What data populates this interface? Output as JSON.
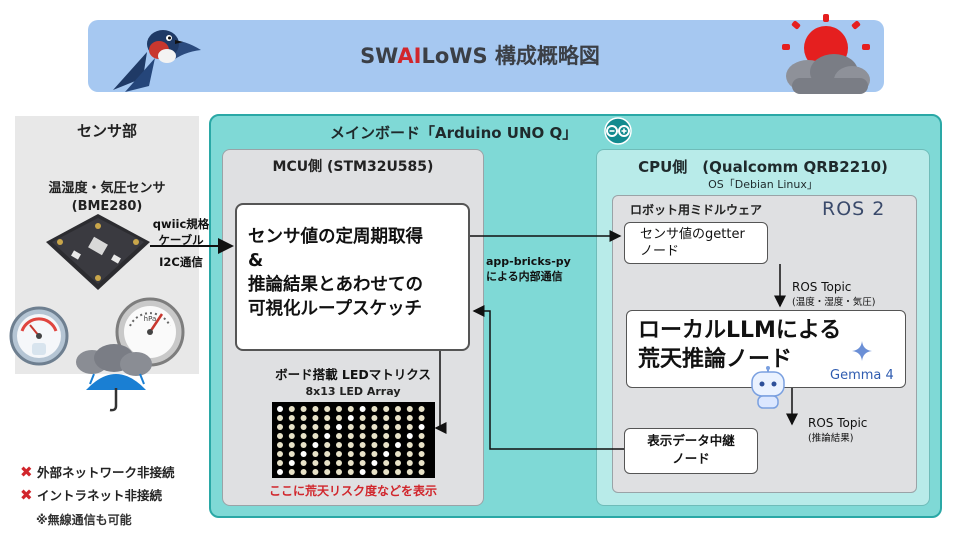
{
  "title": {
    "prefix": "SW",
    "highlight": "AI",
    "suffix": "LoWS 構成概略図"
  },
  "sensor_section": {
    "title": "センサ部",
    "sensor_name_line1": "温湿度・気圧センサ",
    "sensor_name_line2": "(BME280)",
    "cable_line1": "qwiic規格",
    "cable_line2": "ケーブル",
    "cable_line3": "I2C通信"
  },
  "main_board": {
    "title": "メインボード「Arduino UNO Q」"
  },
  "mcu": {
    "title": "MCU側 (STM32U585)",
    "sketch_line1": "センサ値の定周期取得",
    "sketch_line2": "&",
    "sketch_line3": "推論結果とあわせての",
    "sketch_line4": "可視化ループスケッチ",
    "led_title": "ボード搭載 LEDマトリクス",
    "led_sub": "8x13 LED Array",
    "led_caption": "ここに荒天リスク度などを表示"
  },
  "bridge": {
    "line1": "app-bricks-py",
    "line2": "による内部通信"
  },
  "cpu": {
    "title": "CPU側　(Qualcomm QRB2210)",
    "os": "OS「Debian Linux」",
    "ros_title": "ロボット用ミドルウェア",
    "ros_logo": "ROS 2",
    "getter_line1": "センサ値のgetter",
    "getter_line2": "ノード",
    "topic1_line1": "ROS Topic",
    "topic1_line2": "(温度・湿度・気圧)",
    "llm_line1": "ローカルLLMによる",
    "llm_line2": "荒天推論ノード",
    "gemma": "Gemma 4",
    "topic2_line1": "ROS Topic",
    "topic2_line2": "(推論結果)",
    "relay_line1": "表示データ中継",
    "relay_line2": "ノード"
  },
  "notes": {
    "item1": "外部ネットワーク非接続",
    "item2": "イントラネット非接続",
    "sub": "※無線通信も可能"
  },
  "colors": {
    "accent_red": "#d1262c",
    "title_bg": "#a6c8f1",
    "board_teal": "#7fd9d6"
  }
}
